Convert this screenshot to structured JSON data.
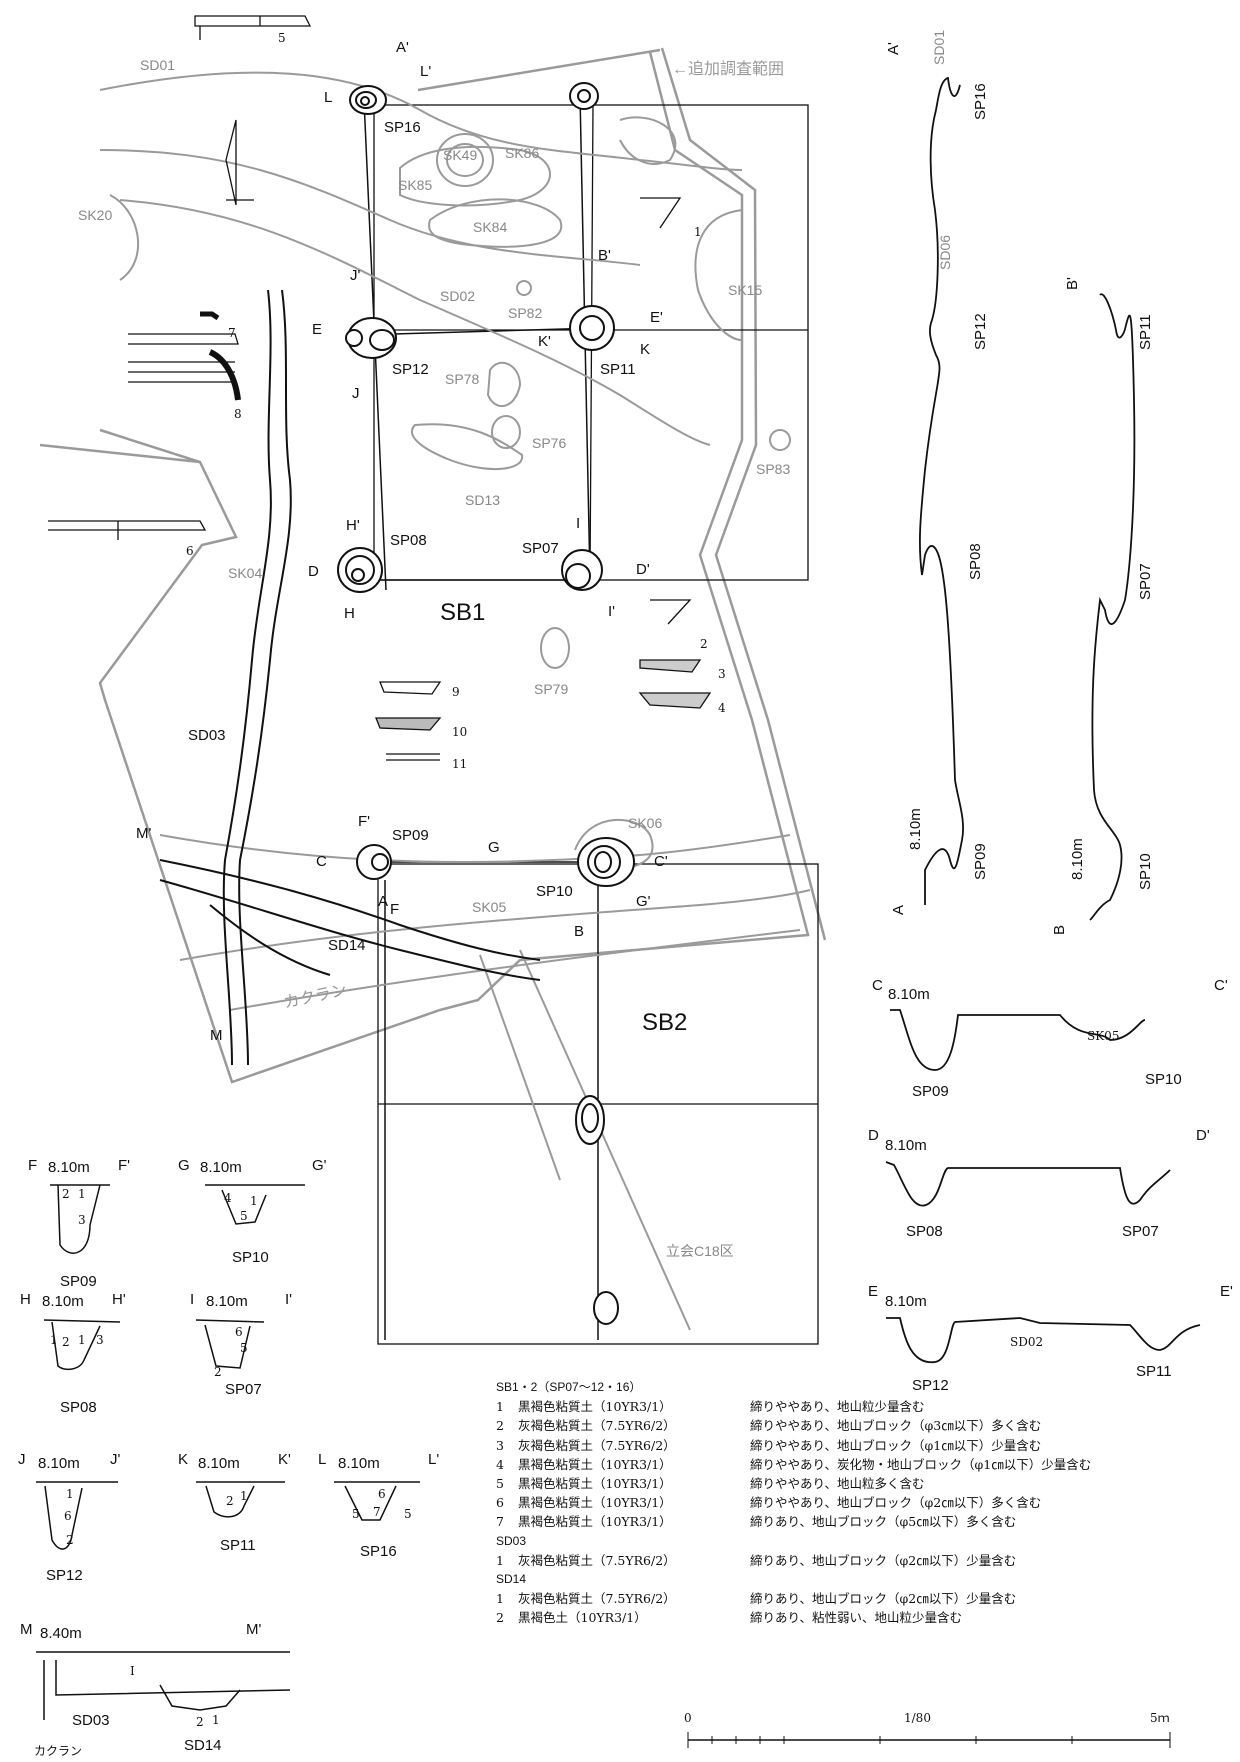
{
  "plan": {
    "buildings": [
      "SB1",
      "SB2"
    ],
    "features": {
      "SD01": "SD01",
      "SD02": "SD02",
      "SD03": "SD03",
      "SD13": "SD13",
      "SD14": "SD14",
      "SK20": "SK20",
      "SK04": "SK04",
      "SK49": "SK49",
      "SK86": "SK86",
      "SK85": "SK85",
      "SK84": "SK84",
      "SK15": "SK15",
      "SK06": "SK06",
      "SK05": "SK05",
      "SP82": "SP82",
      "SP78": "SP78",
      "SP76": "SP76",
      "SP83": "SP83",
      "SP79": "SP79"
    },
    "pits": {
      "SP16": "SP16",
      "SP12": "SP12",
      "SP11": "SP11",
      "SP08": "SP08",
      "SP07": "SP07",
      "SP09": "SP09",
      "SP10": "SP10"
    },
    "annotation": "←追加調査範囲",
    "disturbance": "カクラン",
    "zone": "立会C18区",
    "artifact_numbers": [
      "1",
      "2",
      "3",
      "4",
      "5",
      "6",
      "7",
      "8",
      "9",
      "10",
      "11"
    ],
    "section_marks": {
      "A": "A",
      "A_": "A'",
      "B": "B",
      "B_": "B'",
      "C": "C",
      "C_": "C'",
      "D": "D",
      "D_": "D'",
      "E": "E",
      "E_": "E'",
      "F": "F",
      "F_": "F'",
      "G": "G",
      "G_": "G'",
      "H": "H",
      "H_": "H'",
      "I": "I",
      "I_": "I'",
      "J": "J",
      "J_": "J'",
      "K": "K",
      "K_": "K'",
      "L": "L",
      "L_": "L'",
      "M": "M",
      "M_": "M'"
    }
  },
  "long_sections": {
    "A": {
      "start": "A",
      "end": "A'",
      "level": "8.10m",
      "labels": [
        "SD01",
        "SP16",
        "SD06",
        "SP12",
        "SP08",
        "SP09"
      ]
    },
    "B": {
      "start": "B",
      "end": "B'",
      "level": "8.10m",
      "labels": [
        "SP11",
        "SP07",
        "SP10"
      ]
    }
  },
  "sections": [
    {
      "start": "C",
      "end": "C'",
      "level": "8.10m",
      "labels": [
        "SP09",
        "SK05",
        "SP10"
      ]
    },
    {
      "start": "D",
      "end": "D'",
      "level": "8.10m",
      "labels": [
        "SP08",
        "SP07"
      ]
    },
    {
      "start": "E",
      "end": "E'",
      "level": "8.10m",
      "labels": [
        "SP12",
        "SD02",
        "SP11"
      ]
    }
  ],
  "small_sections": [
    {
      "start": "F",
      "end": "F'",
      "level": "8.10m",
      "label": "SP09",
      "layers": [
        "2",
        "1",
        "3"
      ]
    },
    {
      "start": "G",
      "end": "G'",
      "level": "8.10m",
      "label": "SP10",
      "layers": [
        "4",
        "1",
        "5"
      ]
    },
    {
      "start": "H",
      "end": "H'",
      "level": "8.10m",
      "label": "SP08",
      "layers": [
        "1",
        "2",
        "1",
        "3"
      ]
    },
    {
      "start": "I",
      "end": "I'",
      "level": "8.10m",
      "label": "SP07",
      "layers": [
        "6",
        "5",
        "2"
      ]
    },
    {
      "start": "J",
      "end": "J'",
      "level": "8.10m",
      "label": "SP12",
      "layers": [
        "1",
        "6",
        "2"
      ]
    },
    {
      "start": "K",
      "end": "K'",
      "level": "8.10m",
      "label": "SP11",
      "layers": [
        "2",
        "1"
      ]
    },
    {
      "start": "L",
      "end": "L'",
      "level": "8.10m",
      "label": "SP16",
      "layers": [
        "6",
        "5",
        "7",
        "5"
      ]
    },
    {
      "start": "M",
      "end": "M'",
      "level": "8.40m",
      "label_sd03": "SD03",
      "label_sd14": "SD14",
      "label_kakuran": "カクラン",
      "layers": [
        "I",
        "2",
        "1"
      ]
    }
  ],
  "legend": {
    "sb_title": "SB1・2（SP07～12・16）",
    "sb_rows": [
      [
        "1",
        "黒褐色粘質土（10YR3/1）",
        "締りややあり、地山粒少量含む"
      ],
      [
        "2",
        "灰褐色粘質土（7.5YR6/2）",
        "締りややあり、地山ブロック（φ3㎝以下）多く含む"
      ],
      [
        "3",
        "灰褐色粘質土（7.5YR6/2）",
        "締りややあり、地山ブロック（φ1㎝以下）少量含む"
      ],
      [
        "4",
        "黒褐色粘質土（10YR3/1）",
        "締りややあり、炭化物・地山ブロック（φ1㎝以下）少量含む"
      ],
      [
        "5",
        "黒褐色粘質土（10YR3/1）",
        "締りややあり、地山粒多く含む"
      ],
      [
        "6",
        "黒褐色粘質土（10YR3/1）",
        "締りややあり、地山ブロック（φ2㎝以下）多く含む"
      ],
      [
        "7",
        "黒褐色粘質土（10YR3/1）",
        "締りあり、地山ブロック（φ5㎝以下）多く含む"
      ]
    ],
    "sd03_title": "SD03",
    "sd03_rows": [
      [
        "1",
        "灰褐色粘質土（7.5YR6/2）",
        "締りあり、地山ブロック（φ2㎝以下）少量含む"
      ]
    ],
    "sd14_title": "SD14",
    "sd14_rows": [
      [
        "1",
        "灰褐色粘質土（7.5YR6/2）",
        "締りあり、地山ブロック（φ2㎝以下）少量含む"
      ],
      [
        "2",
        "黒褐色土（10YR3/1）",
        "締りあり、粘性弱い、地山粒少量含む"
      ]
    ]
  },
  "scale": {
    "zero": "0",
    "ratio": "1/80",
    "max": "5ｍ"
  }
}
